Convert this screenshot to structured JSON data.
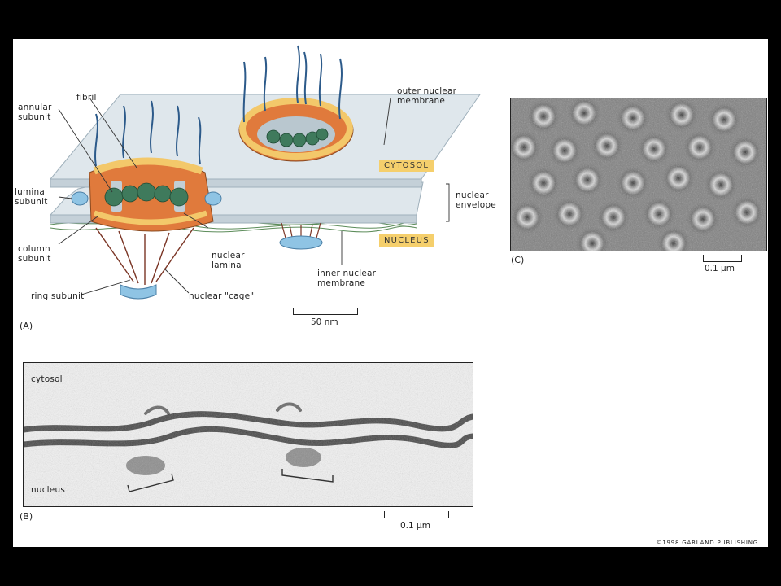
{
  "panel_a": {
    "id": "(A)",
    "labels": {
      "fibril": "fibril",
      "annular_subunit": "annular\nsubunit",
      "luminal_subunit": "luminal\nsubunit",
      "column_subunit": "column\nsubunit",
      "ring_subunit": "ring subunit",
      "outer_nuclear_membrane": "outer nuclear\nmembrane",
      "nuclear_envelope": "nuclear\nenvelope",
      "nuclear_lamina": "nuclear\nlamina",
      "inner_nuclear_membrane": "inner nuclear\nmembrane",
      "nuclear_cage": "nuclear \"cage\""
    },
    "tags": {
      "cytosol": "CYTOSOL",
      "nucleus": "NUCLEUS"
    },
    "scale": "50 nm"
  },
  "panel_b": {
    "id": "(B)",
    "cytosol": "cytosol",
    "nucleus": "nucleus",
    "scale": "0.1 µm"
  },
  "panel_c": {
    "id": "(C)",
    "scale": "0.1 µm"
  },
  "copyright": "©1998 GARLAND PUBLISHING",
  "colors": {
    "membrane": "#dfe7ec",
    "membrane_edge": "#9fb0bb",
    "pore_orange": "#e07a3c",
    "pore_yellow": "#f3c86a",
    "pore_green": "#3f7a5c",
    "fibril_blue": "#2c5a8a",
    "cage_brown": "#7a3424",
    "lamina_green": "#5c8c5a",
    "luminal_blue": "#8fc4e4",
    "tag_yellow": "#f5cf6c"
  }
}
